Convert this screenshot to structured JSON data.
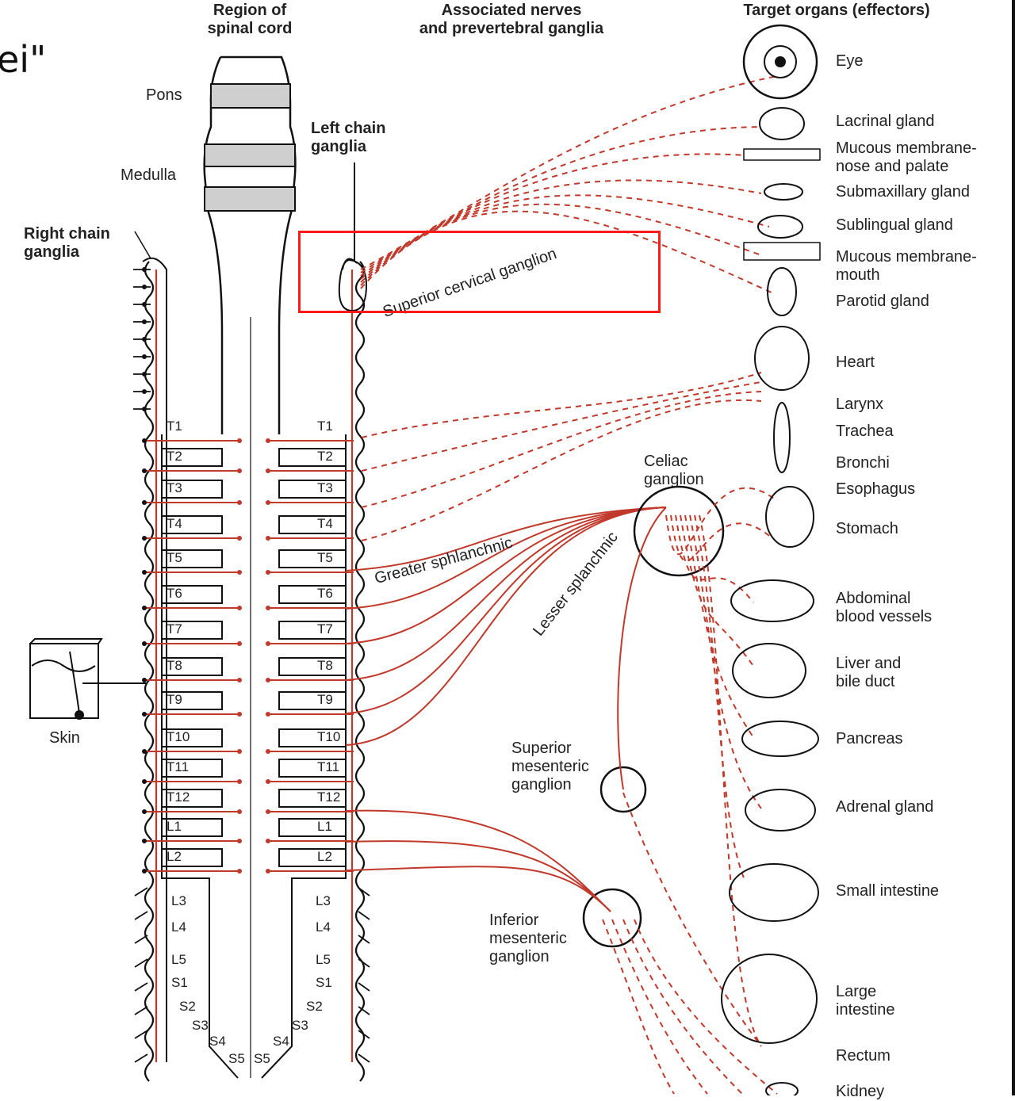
{
  "corner_text": "ei\"",
  "headers": {
    "region": "Region of\nspinal cord",
    "nerves": "Associated nerves\nand prevertebral ganglia",
    "targets": "Target organs (effectors)"
  },
  "spinal_labels": {
    "pons": "Pons",
    "medulla": "Medulla",
    "right_chain": "Right chain\nganglia",
    "left_chain": "Left chain\nganglia",
    "skin": "Skin"
  },
  "segments": [
    "T1",
    "T2",
    "T3",
    "T4",
    "T5",
    "T6",
    "T7",
    "T8",
    "T9",
    "T10",
    "T11",
    "T12",
    "L1",
    "L2",
    "L3",
    "L4",
    "L5",
    "S1",
    "S2",
    "S3",
    "S4",
    "S5"
  ],
  "ganglia": {
    "superior_cervical": "Superior cervical ganglion",
    "greater_splanchnic": "Greater sphlanchnic",
    "lesser_splanchnic": "Lesser splanchnic",
    "celiac": "Celiac\nganglion",
    "superior_mesenteric": "Superior\nmesenteric\nganglion",
    "inferior_mesenteric": "Inferior\nmesenteric\nganglion"
  },
  "organs": [
    "Eye",
    "Lacrinal gland",
    "Mucous membrane-\nnose and palate",
    "Submaxillary gland",
    "Sublingual gland",
    "Mucous membrane-\nmouth",
    "Parotid gland",
    "Heart",
    "Larynx",
    "Trachea",
    "Bronchi",
    "Esophagus",
    "Stomach",
    "Abdominal\nblood vessels",
    "Liver and\nbile duct",
    "Pancreas",
    "Adrenal gland",
    "Small intestine",
    "Large\nintestine",
    "Rectum",
    "Kidney"
  ],
  "colors": {
    "nerve": "#c0392b",
    "highlight": "#ff1a1a",
    "outline": "#111111"
  }
}
